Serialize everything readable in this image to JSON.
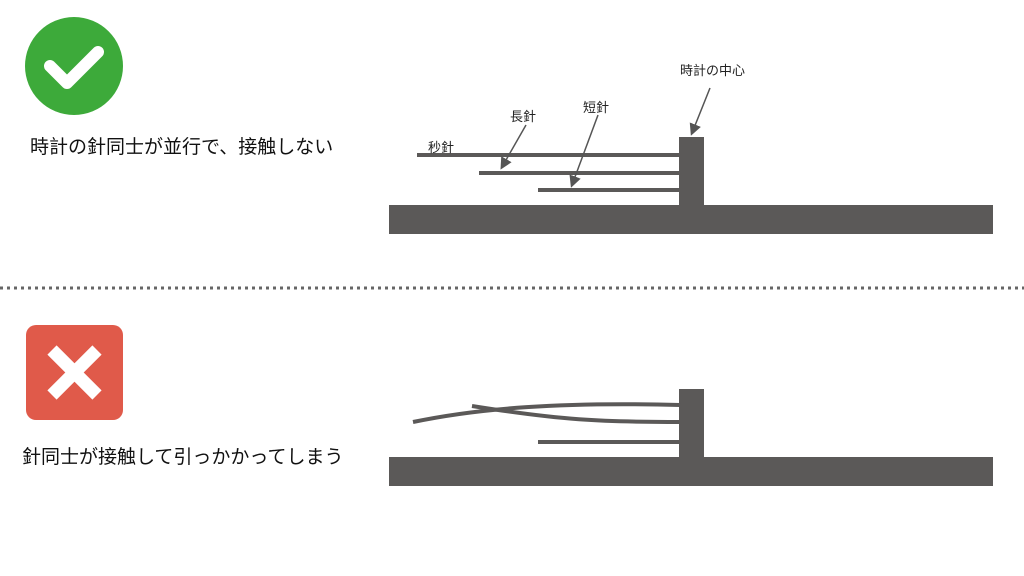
{
  "good": {
    "icon": "check-icon",
    "color": "#3daa3a",
    "caption": "時計の針同士が並行で、接触しない",
    "labels": {
      "center": "時計の中心",
      "minute": "長針",
      "hour": "短針",
      "second": "秒針"
    }
  },
  "bad": {
    "icon": "cross-icon",
    "color": "#e05a4a",
    "caption": "針同士が接触して引っかかってしまう"
  },
  "colors": {
    "shape": "#5b5958",
    "divider": "#666666"
  }
}
